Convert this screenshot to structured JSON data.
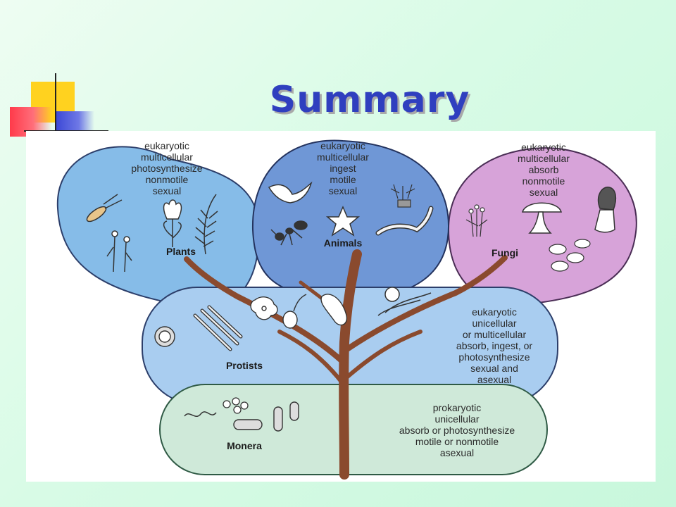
{
  "slide": {
    "title": "Summary"
  },
  "diagram": {
    "plants": {
      "name": "Plants",
      "traits": [
        "eukaryotic",
        "multicellular",
        "photosynthesize",
        "nonmotile",
        "sexual"
      ]
    },
    "animals": {
      "name": "Animals",
      "traits": [
        "eukaryotic",
        "multicellular",
        "ingest",
        "motile",
        "sexual"
      ]
    },
    "fungi": {
      "name": "Fungi",
      "traits": [
        "eukaryotic",
        "multicellular",
        "absorb",
        "nonmotile",
        "sexual"
      ]
    },
    "protists": {
      "name": "Protists",
      "traits": [
        "eukaryotic",
        "unicellular",
        "or multicellular",
        "absorb, ingest, or",
        "photosynthesize",
        "sexual and",
        "asexual"
      ]
    },
    "monera": {
      "name": "Monera",
      "traits": [
        "prokaryotic",
        "unicellular",
        "absorb or photosynthesize",
        "motile or nonmotile",
        "asexual"
      ]
    }
  },
  "colors": {
    "title": "#2f3fbf",
    "plants": "#86bce8",
    "animals": "#6f97d6",
    "fungi": "#d7a3d9",
    "protists": "#a9cdf0",
    "monera": "#cfe9d9",
    "trunk": "#8a4a2e"
  },
  "icons": [
    "seed-icon",
    "tulip-icon",
    "fern-icon",
    "bird-icon",
    "starfish-icon",
    "ant-icon",
    "worm-icon",
    "mushroom-icon",
    "amoeba-icon",
    "paramecium-icon",
    "bacteria-icon"
  ]
}
